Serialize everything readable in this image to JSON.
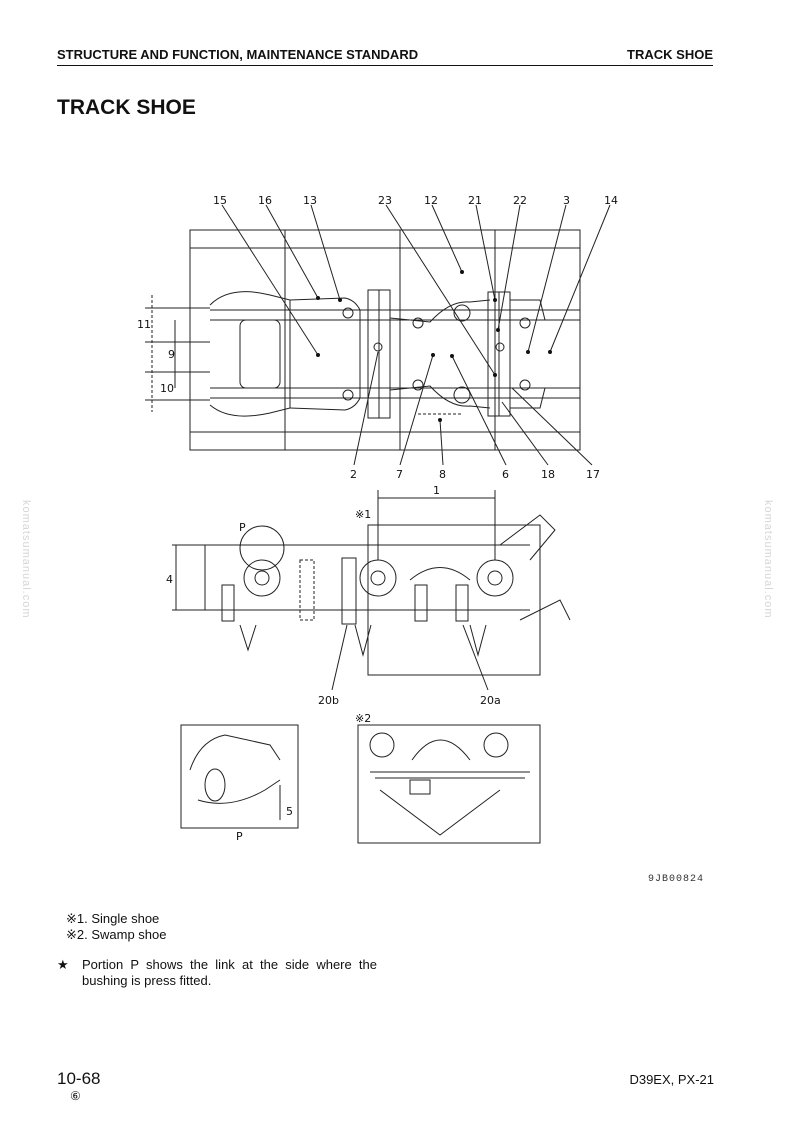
{
  "header": {
    "section": "STRUCTURE AND FUNCTION, MAINTENANCE STANDARD",
    "topic": "TRACK SHOE"
  },
  "title": "TRACK SHOE",
  "figure": {
    "code": "9JB00824",
    "top_callouts": [
      "15",
      "16",
      "13",
      "23",
      "12",
      "21",
      "22",
      "3",
      "14"
    ],
    "bottom_callouts": [
      "2",
      "7",
      "8",
      "6",
      "18",
      "17"
    ],
    "side_labels": [
      "11",
      "9",
      "10"
    ],
    "mid_labels": {
      "dim1": "1",
      "dim4": "4",
      "note1": "※1",
      "portion": "P",
      "item20b": "20b",
      "item20a": "20a"
    },
    "lower": {
      "note2": "※2",
      "item5": "5",
      "portion": "P"
    }
  },
  "notes": [
    "※1. Single shoe",
    "※2. Swamp shoe"
  ],
  "star_note": {
    "mark": "★",
    "text": "Portion P shows the link at the side where the bushing is press fitted."
  },
  "footer": {
    "page": "10-68",
    "revision": "⑥",
    "model": "D39EX, PX-21"
  },
  "watermark": "komatsumanual.com"
}
